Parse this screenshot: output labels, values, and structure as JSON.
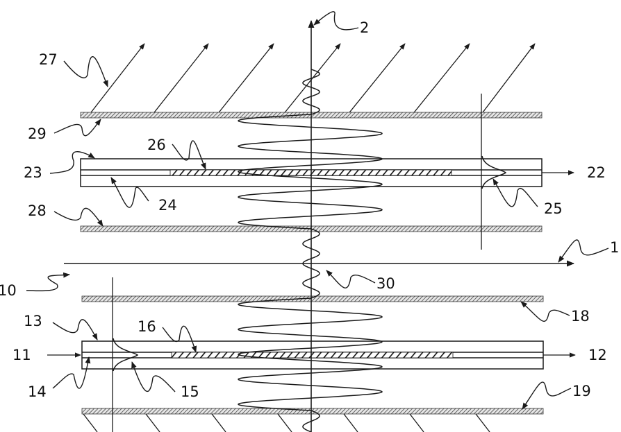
{
  "figure": {
    "type": "patent-drawing",
    "description": "Optical waveguide coupling diagram with two waveguide structures, grating regions, emitted beams and interference wave",
    "colors": {
      "ink": "#1a1a1a",
      "background": "#ffffff",
      "hatch": "#555555"
    }
  },
  "labels": {
    "axis_vertical": "2",
    "axis_horizontal": "1",
    "emitted_beams": "27",
    "upper_top_cladding": "29",
    "upper_grating": "26",
    "upper_waveguide": "23",
    "upper_output": "22",
    "upper_core": "24",
    "upper_mode_profile": "25",
    "upper_bottom_cladding": "28",
    "gap_region": "10",
    "coupling_wave": "30",
    "lower_top_cladding": "18",
    "lower_waveguide": "13",
    "lower_grating": "16",
    "lower_input": "11",
    "lower_output": "12",
    "lower_core": "14",
    "lower_mode_profile": "15",
    "lower_bottom_cladding": "19"
  },
  "components": [
    {
      "ref": "1",
      "name": "horizontal axis arrow"
    },
    {
      "ref": "2",
      "name": "vertical axis arrow"
    },
    {
      "ref": "10",
      "name": "gap region"
    },
    {
      "ref": "11",
      "name": "input light"
    },
    {
      "ref": "12",
      "name": "output light (lower)"
    },
    {
      "ref": "13",
      "name": "lower waveguide"
    },
    {
      "ref": "14",
      "name": "lower waveguide core"
    },
    {
      "ref": "15",
      "name": "lower mode profile"
    },
    {
      "ref": "16",
      "name": "lower grating"
    },
    {
      "ref": "18",
      "name": "lower upper cladding layer"
    },
    {
      "ref": "19",
      "name": "lower bottom cladding layer"
    },
    {
      "ref": "22",
      "name": "output light (upper)"
    },
    {
      "ref": "23",
      "name": "upper waveguide"
    },
    {
      "ref": "24",
      "name": "upper waveguide core"
    },
    {
      "ref": "25",
      "name": "upper mode profile"
    },
    {
      "ref": "26",
      "name": "upper grating"
    },
    {
      "ref": "27",
      "name": "emitted beams"
    },
    {
      "ref": "28",
      "name": "upper bottom cladding layer"
    },
    {
      "ref": "29",
      "name": "upper top cladding layer"
    },
    {
      "ref": "30",
      "name": "coupling wave"
    }
  ],
  "beam_count_top": 7,
  "beam_count_bottom": 7
}
